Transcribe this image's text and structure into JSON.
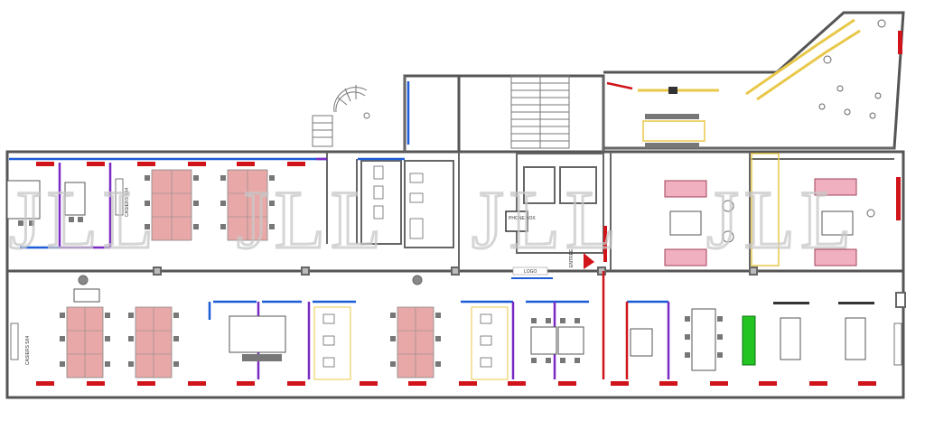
{
  "plan": {
    "labels": {
      "casiers_top": "CASIERS 5X4",
      "casiers_bottom": "CASIERS 5X4",
      "phone_box": "PHONE BOX",
      "logo": "LOGO",
      "entree": "ENTRÉE"
    },
    "watermark": "JLL",
    "colors": {
      "wall": "#555555",
      "window": "#d0141a",
      "partition_blue": "#1c5cd6",
      "partition_purple": "#7a2bc4",
      "desk_pink": "#e8a8a8",
      "kitchen": "#e8c84a",
      "lounge_pink": "#f0b0c0",
      "meeting_green": "#22c422"
    },
    "icons": {
      "entrance": "red-triangle-arrow-icon",
      "spiral_stair": "spiral-staircase-icon",
      "chair": "chair-icon"
    }
  }
}
